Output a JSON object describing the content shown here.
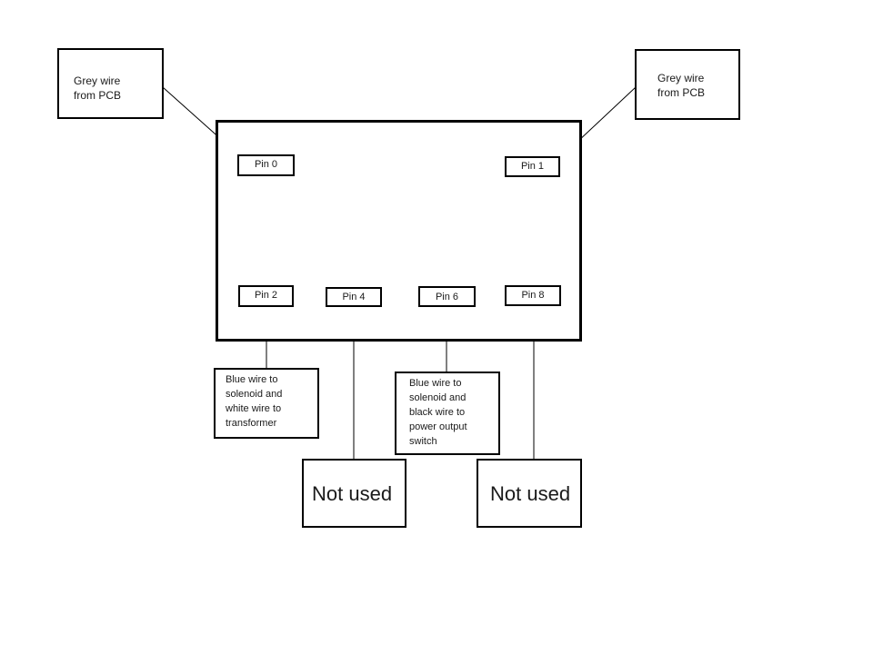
{
  "connector": {
    "pins": {
      "pin0": "Pin 0",
      "pin1": "Pin 1",
      "pin2": "Pin 2",
      "pin4": "Pin 4",
      "pin6": "Pin 6",
      "pin8": "Pin 8"
    }
  },
  "labels": {
    "grey_left": [
      "Grey wire",
      "from PCB"
    ],
    "grey_right": [
      "Grey wire",
      "from PCB"
    ],
    "pin2_desc": [
      "Blue wire to",
      "solenoid and",
      "white wire to",
      "transformer"
    ],
    "pin6_desc": [
      "Blue wire to",
      "solenoid and",
      "black wire to",
      "power output",
      "switch"
    ],
    "pin4_desc": "Not used",
    "pin8_desc": "Not used"
  }
}
